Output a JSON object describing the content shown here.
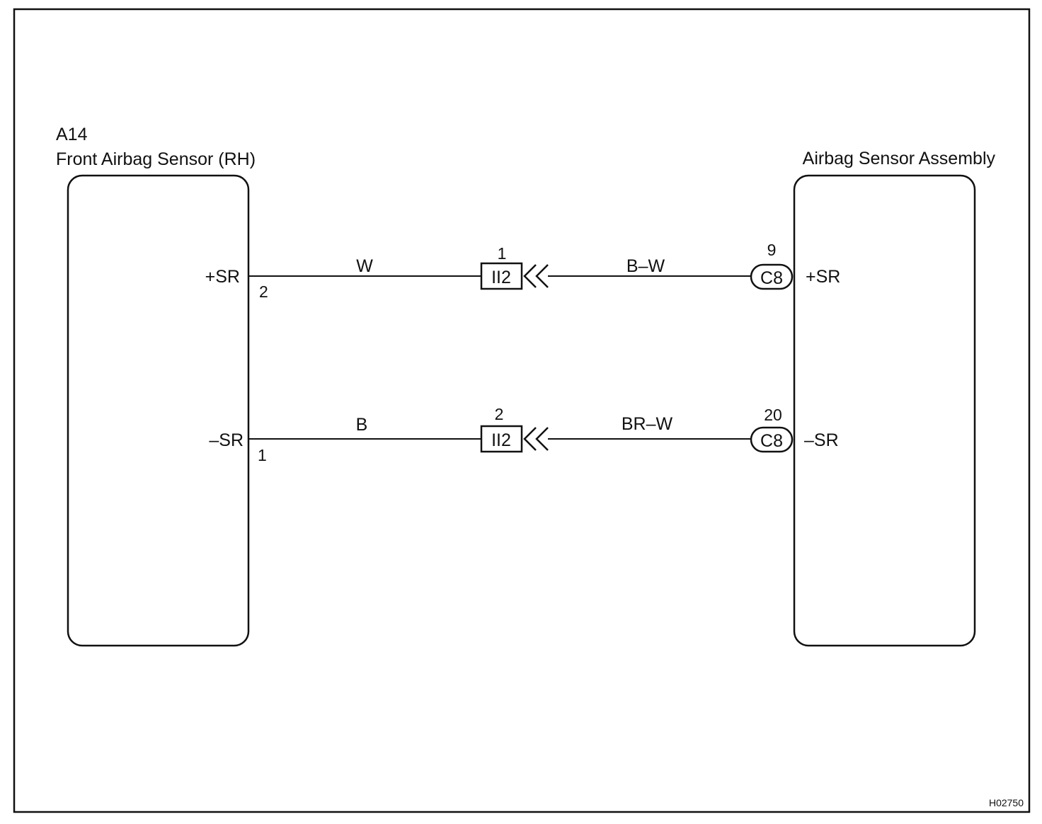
{
  "left_component": {
    "code": "A14",
    "name": "Front Airbag Sensor (RH)",
    "terminals": [
      {
        "name": "+SR",
        "pin": "2"
      },
      {
        "name": "–SR",
        "pin": "1"
      }
    ]
  },
  "right_component": {
    "name": "Airbag Sensor Assembly",
    "terminals": [
      {
        "name": "+SR",
        "connector": "C8",
        "pin": "9"
      },
      {
        "name": "–SR",
        "connector": "C8",
        "pin": "20"
      }
    ]
  },
  "wires": [
    {
      "left_color": "W",
      "right_color": "B–W",
      "junction": {
        "label": "II2",
        "pin": "1"
      }
    },
    {
      "left_color": "B",
      "right_color": "BR–W",
      "junction": {
        "label": "II2",
        "pin": "2"
      }
    }
  ],
  "figure_code": "H02750"
}
